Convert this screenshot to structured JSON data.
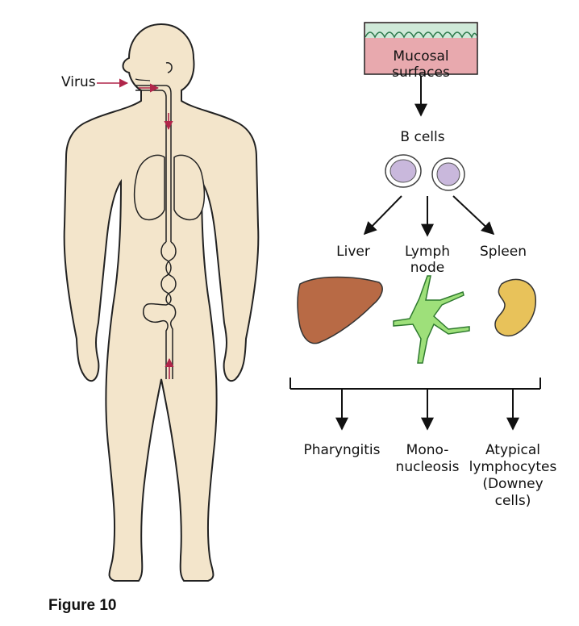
{
  "caption": "Figure 10",
  "labels": {
    "virus": "Virus",
    "mucosal_surfaces": "Mucosal surfaces",
    "b_cells": "B cells",
    "liver": "Liver",
    "lymph_node_line1": "Lymph",
    "lymph_node_line2": "node",
    "spleen": "Spleen",
    "pharyngitis": "Pharyngitis",
    "mono_line1": "Mono-",
    "mono_line2": "nucleosis",
    "atypical_line1": "Atypical",
    "atypical_line2": "lymphocytes",
    "atypical_line3": "(Downey",
    "atypical_line4": "cells)"
  },
  "colors": {
    "body_fill": "#f3e5cb",
    "body_stroke": "#222222",
    "mucosa_fill": "#e8a9ae",
    "mucosa_wave": "#9fd3b0",
    "virus_arrow": "#b0264a",
    "b_cell_fill": "#c9b8dc",
    "b_cell_nucleus": "#8f7bb8",
    "liver": "#b86a45",
    "lymph_node": "#9ee07a",
    "spleen": "#e8c25a"
  }
}
